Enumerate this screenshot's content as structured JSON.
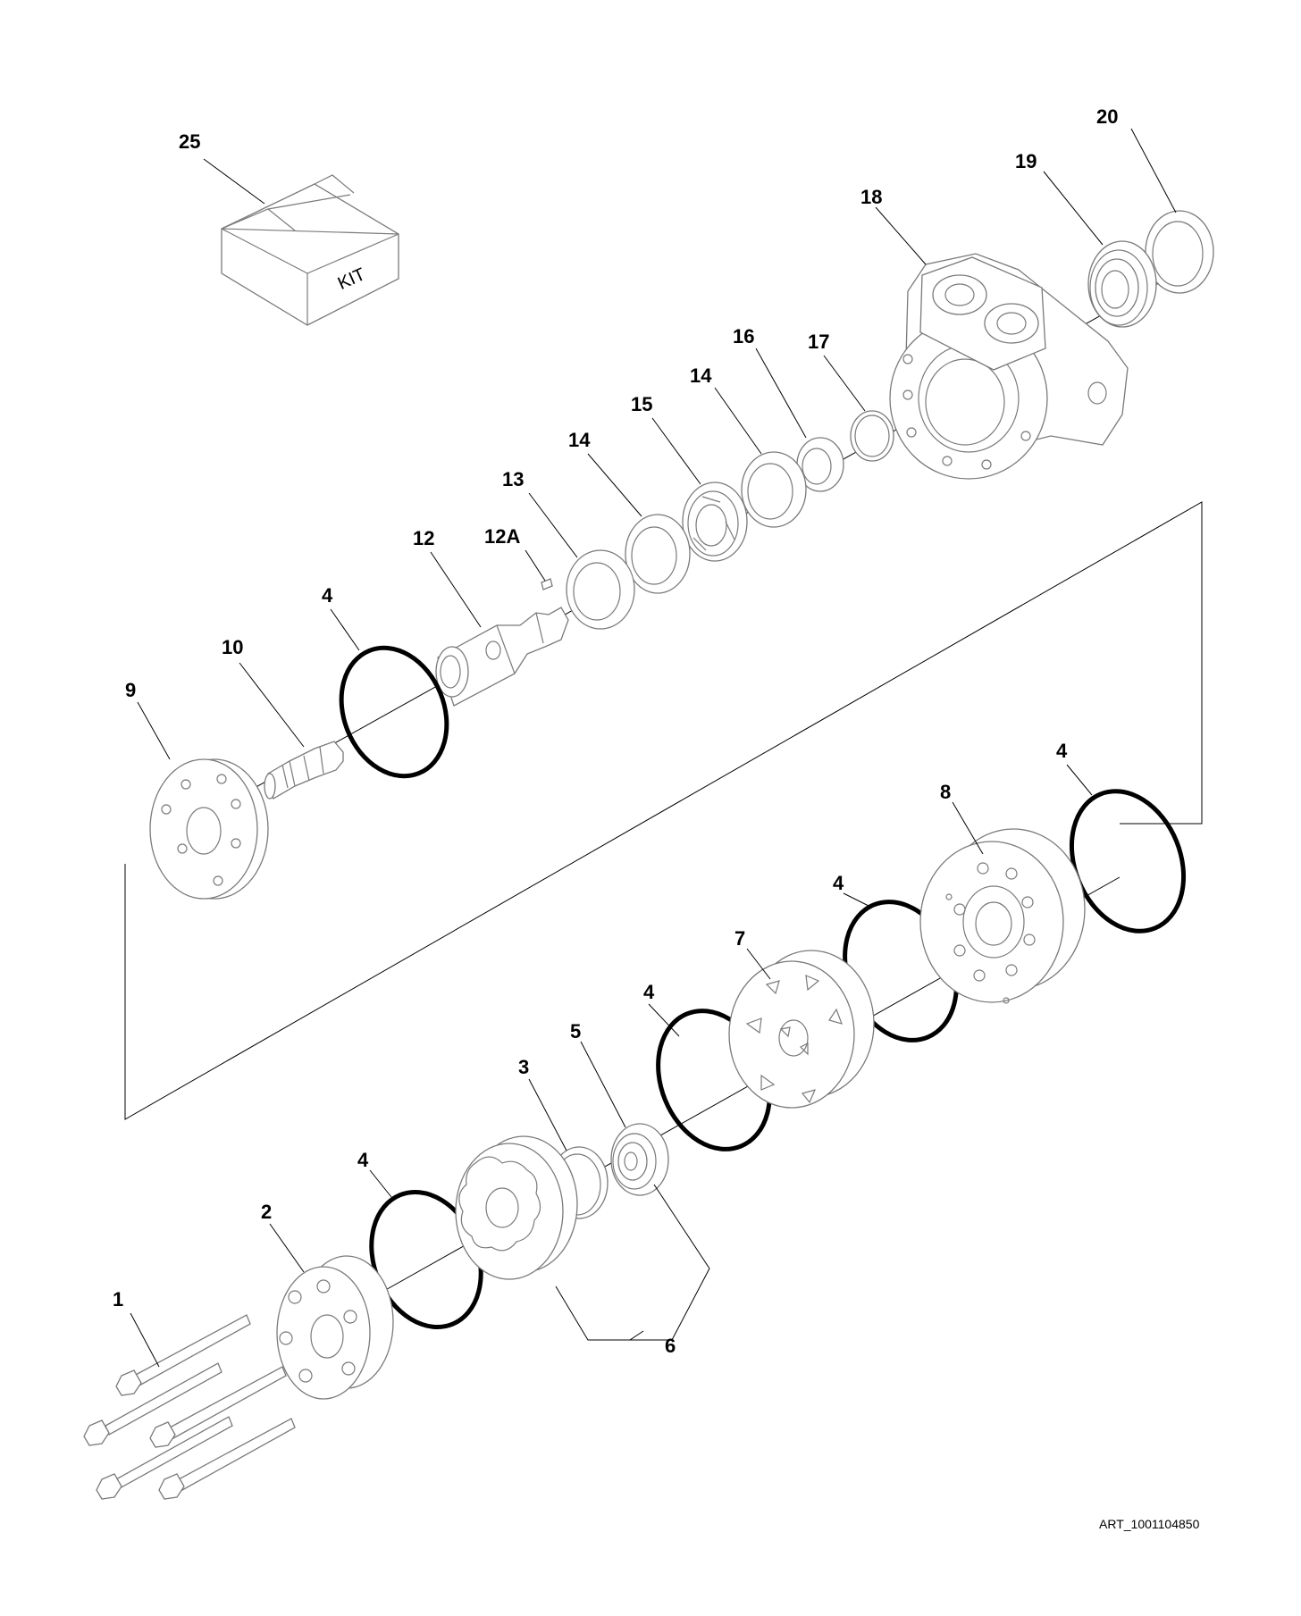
{
  "callouts": {
    "c1": "1",
    "c2": "2",
    "c3": "3",
    "c4": "4",
    "c5": "5",
    "c6": "6",
    "c7": "7",
    "c8": "8",
    "c9": "9",
    "c10": "10",
    "c12": "12",
    "c12a": "12A",
    "c13": "13",
    "c14": "14",
    "c15": "15",
    "c16": "16",
    "c17": "17",
    "c18": "18",
    "c19": "19",
    "c20": "20",
    "c25": "25"
  },
  "kit_label": "KIT",
  "art_reference": "ART_1001104850"
}
